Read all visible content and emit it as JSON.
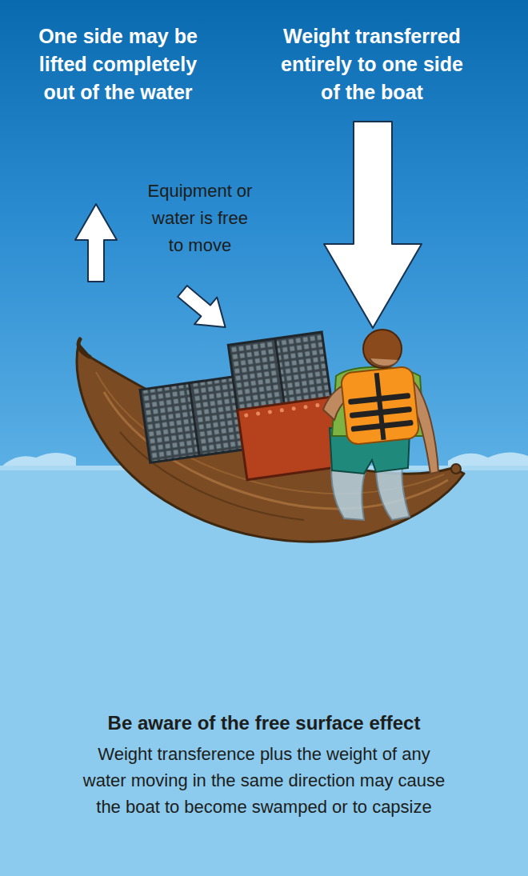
{
  "diagram": {
    "labels": [
      "One side may be lifted completely out of the water",
      "Weight transferred entirely to one side of the boat",
      "Equipment or water is free to move",
      "Be aware of the free surface effect",
      "Weight transference plus the weight of any water moving in the same direction may cause the boat to become swamped or to capsize"
    ]
  }
}
